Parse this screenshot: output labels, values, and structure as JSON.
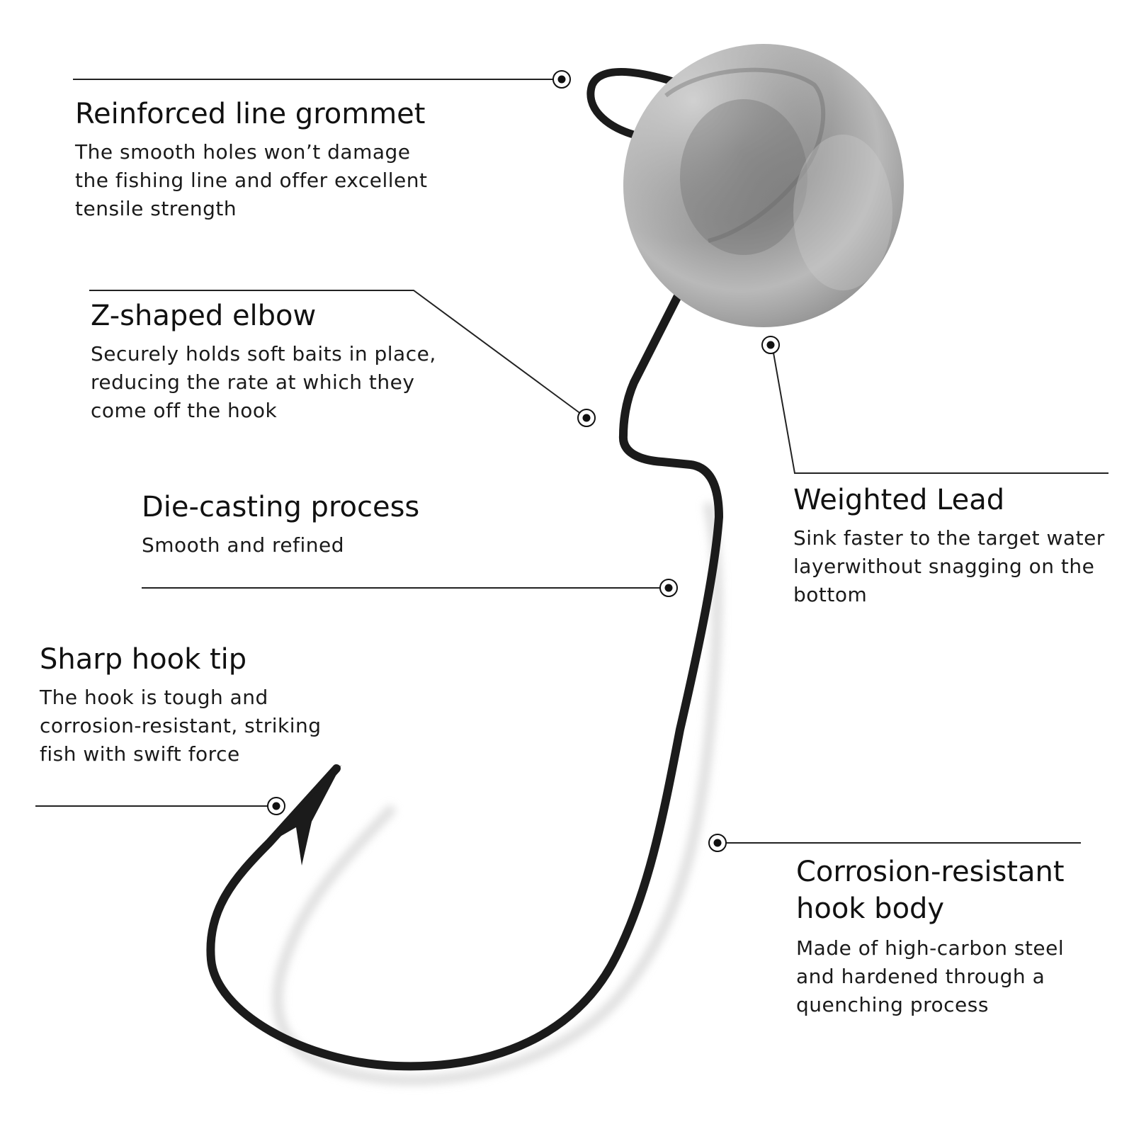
{
  "callouts": {
    "grommet": {
      "title": "Reinforced line grommet",
      "lines": [
        "The smooth holes won’t damage",
        "the fishing line and offer excellent",
        "tensile strength"
      ]
    },
    "elbow": {
      "title": "Z-shaped elbow",
      "lines": [
        "Securely holds soft baits in place,",
        "reducing the rate at which they",
        "come off the hook"
      ]
    },
    "die_casting": {
      "title": "Die-casting process",
      "lines": [
        "Smooth and refined"
      ]
    },
    "hook_tip": {
      "title": "Sharp hook tip",
      "lines": [
        "The hook is tough and",
        "corrosion-resistant, striking",
        "fish with swift force"
      ]
    },
    "weighted_lead": {
      "title": "Weighted Lead",
      "lines": [
        "Sink faster to the target water",
        "layerwithout snagging on the",
        "bottom"
      ]
    },
    "hook_body": {
      "title_lines": [
        "Corrosion-resistant",
        "hook body"
      ],
      "lines": [
        "Made of high-carbon steel",
        "and hardened through a",
        "quenching process"
      ]
    }
  },
  "colors": {
    "text": "#111111",
    "leader_line": "#222222",
    "hook": "#1b1b1b",
    "lead_head": "#9c9c9c"
  }
}
